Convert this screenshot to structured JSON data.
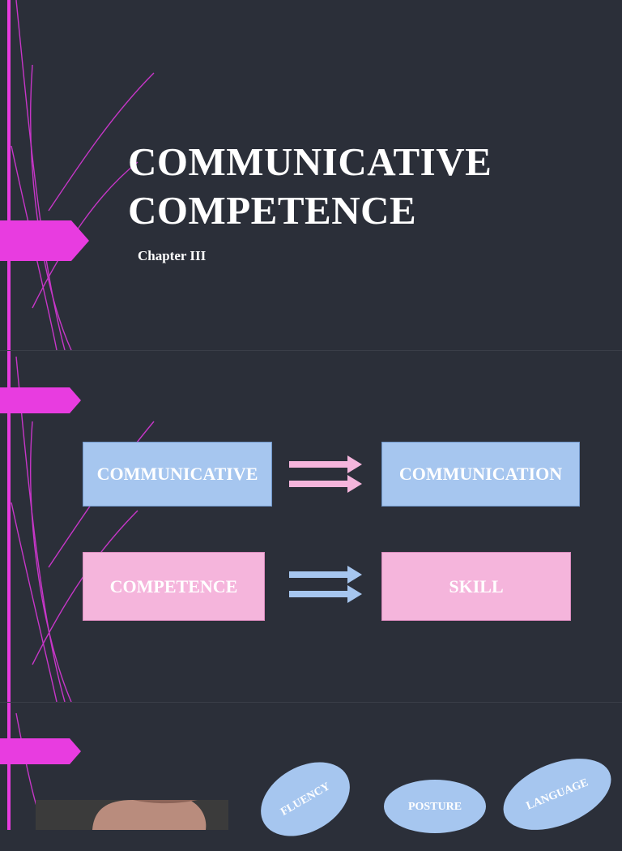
{
  "slide1": {
    "title_line1": "COMMUNICATIVE",
    "title_line2": "COMPETENCE",
    "subtitle": "Chapter III"
  },
  "slide2": {
    "row1": {
      "left": "COMMUNICATIVE",
      "right": "COMMUNICATION"
    },
    "row2": {
      "left": "COMPETENCE",
      "right": "SKILL"
    }
  },
  "slide3": {
    "bubbles": [
      "FLUENCY",
      "POSTURE",
      "LANGUAGE"
    ]
  },
  "colors": {
    "background": "#2b2f39",
    "accent_magenta": "#e83ce0",
    "light_blue": "#a6c6ef",
    "light_pink": "#f5b5dc"
  }
}
